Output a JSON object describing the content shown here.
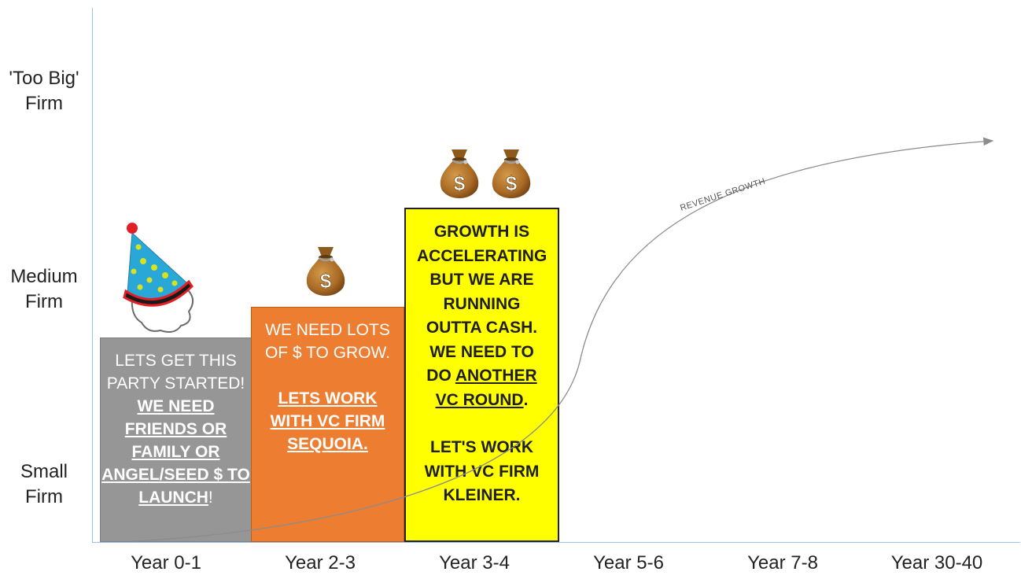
{
  "y_labels": {
    "top": [
      "'Too Big'",
      "Firm"
    ],
    "middle": [
      "Medium",
      "Firm"
    ],
    "bottom": [
      "Small",
      "Firm"
    ]
  },
  "x_labels": [
    "Year 0-1",
    "Year 2-3",
    "Year 3-4",
    "Year 5-6",
    "Year 7-8",
    "Year 30-40"
  ],
  "stages": [
    {
      "text_plain": "LETS GET THIS PARTY STARTED! ",
      "text_emph": "WE NEED FRIENDS OR FAMILY OR ANGEL/SEED $ TO LAUNCH",
      "text_tail": "!",
      "color": "#969696",
      "icon": "party-hat-icon"
    },
    {
      "text_plain": "WE NEED LOTS OF $ TO GROW.",
      "text_emph": "LETS WORK WITH VC FIRM SEQUOIA.",
      "color": "#ed7d31",
      "icon": "money-bag-icon"
    },
    {
      "text_plain": "GROWTH IS ACCELERATING BUT WE ARE RUNNING OUTTA CASH. WE NEED TO DO ",
      "text_emph": "ANOTHER VC ROUND",
      "text_tail": ".",
      "text_second": "LET'S WORK WITH VC FIRM KLEINER.",
      "color": "#ffff00",
      "icon": "money-bag-icon"
    }
  ],
  "curve_label": "REVENUE GROWTH",
  "colors": {
    "axis": "#9dc3e6",
    "curve": "#8c8c8c",
    "bag": "#a86a25"
  }
}
